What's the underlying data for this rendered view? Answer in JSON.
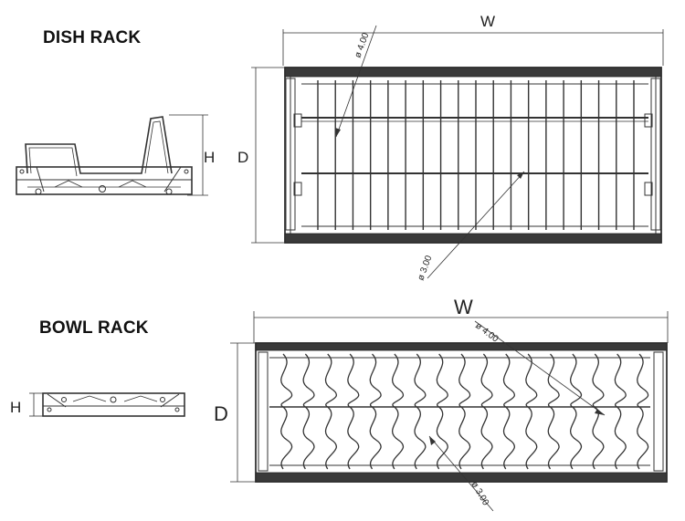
{
  "dish_rack": {
    "title": "DISH RACK",
    "dims": {
      "width": "W",
      "depth": "D",
      "height": "H"
    },
    "callouts": {
      "top_wire": "ø 4.00",
      "bottom_wire": "ø 3.00"
    }
  },
  "bowl_rack": {
    "title": "BOWL RACK",
    "dims": {
      "width": "W",
      "depth": "D",
      "height": "H"
    },
    "callouts": {
      "top_wire": "ø 4.00",
      "bottom_wire": "ø 3.00"
    }
  }
}
